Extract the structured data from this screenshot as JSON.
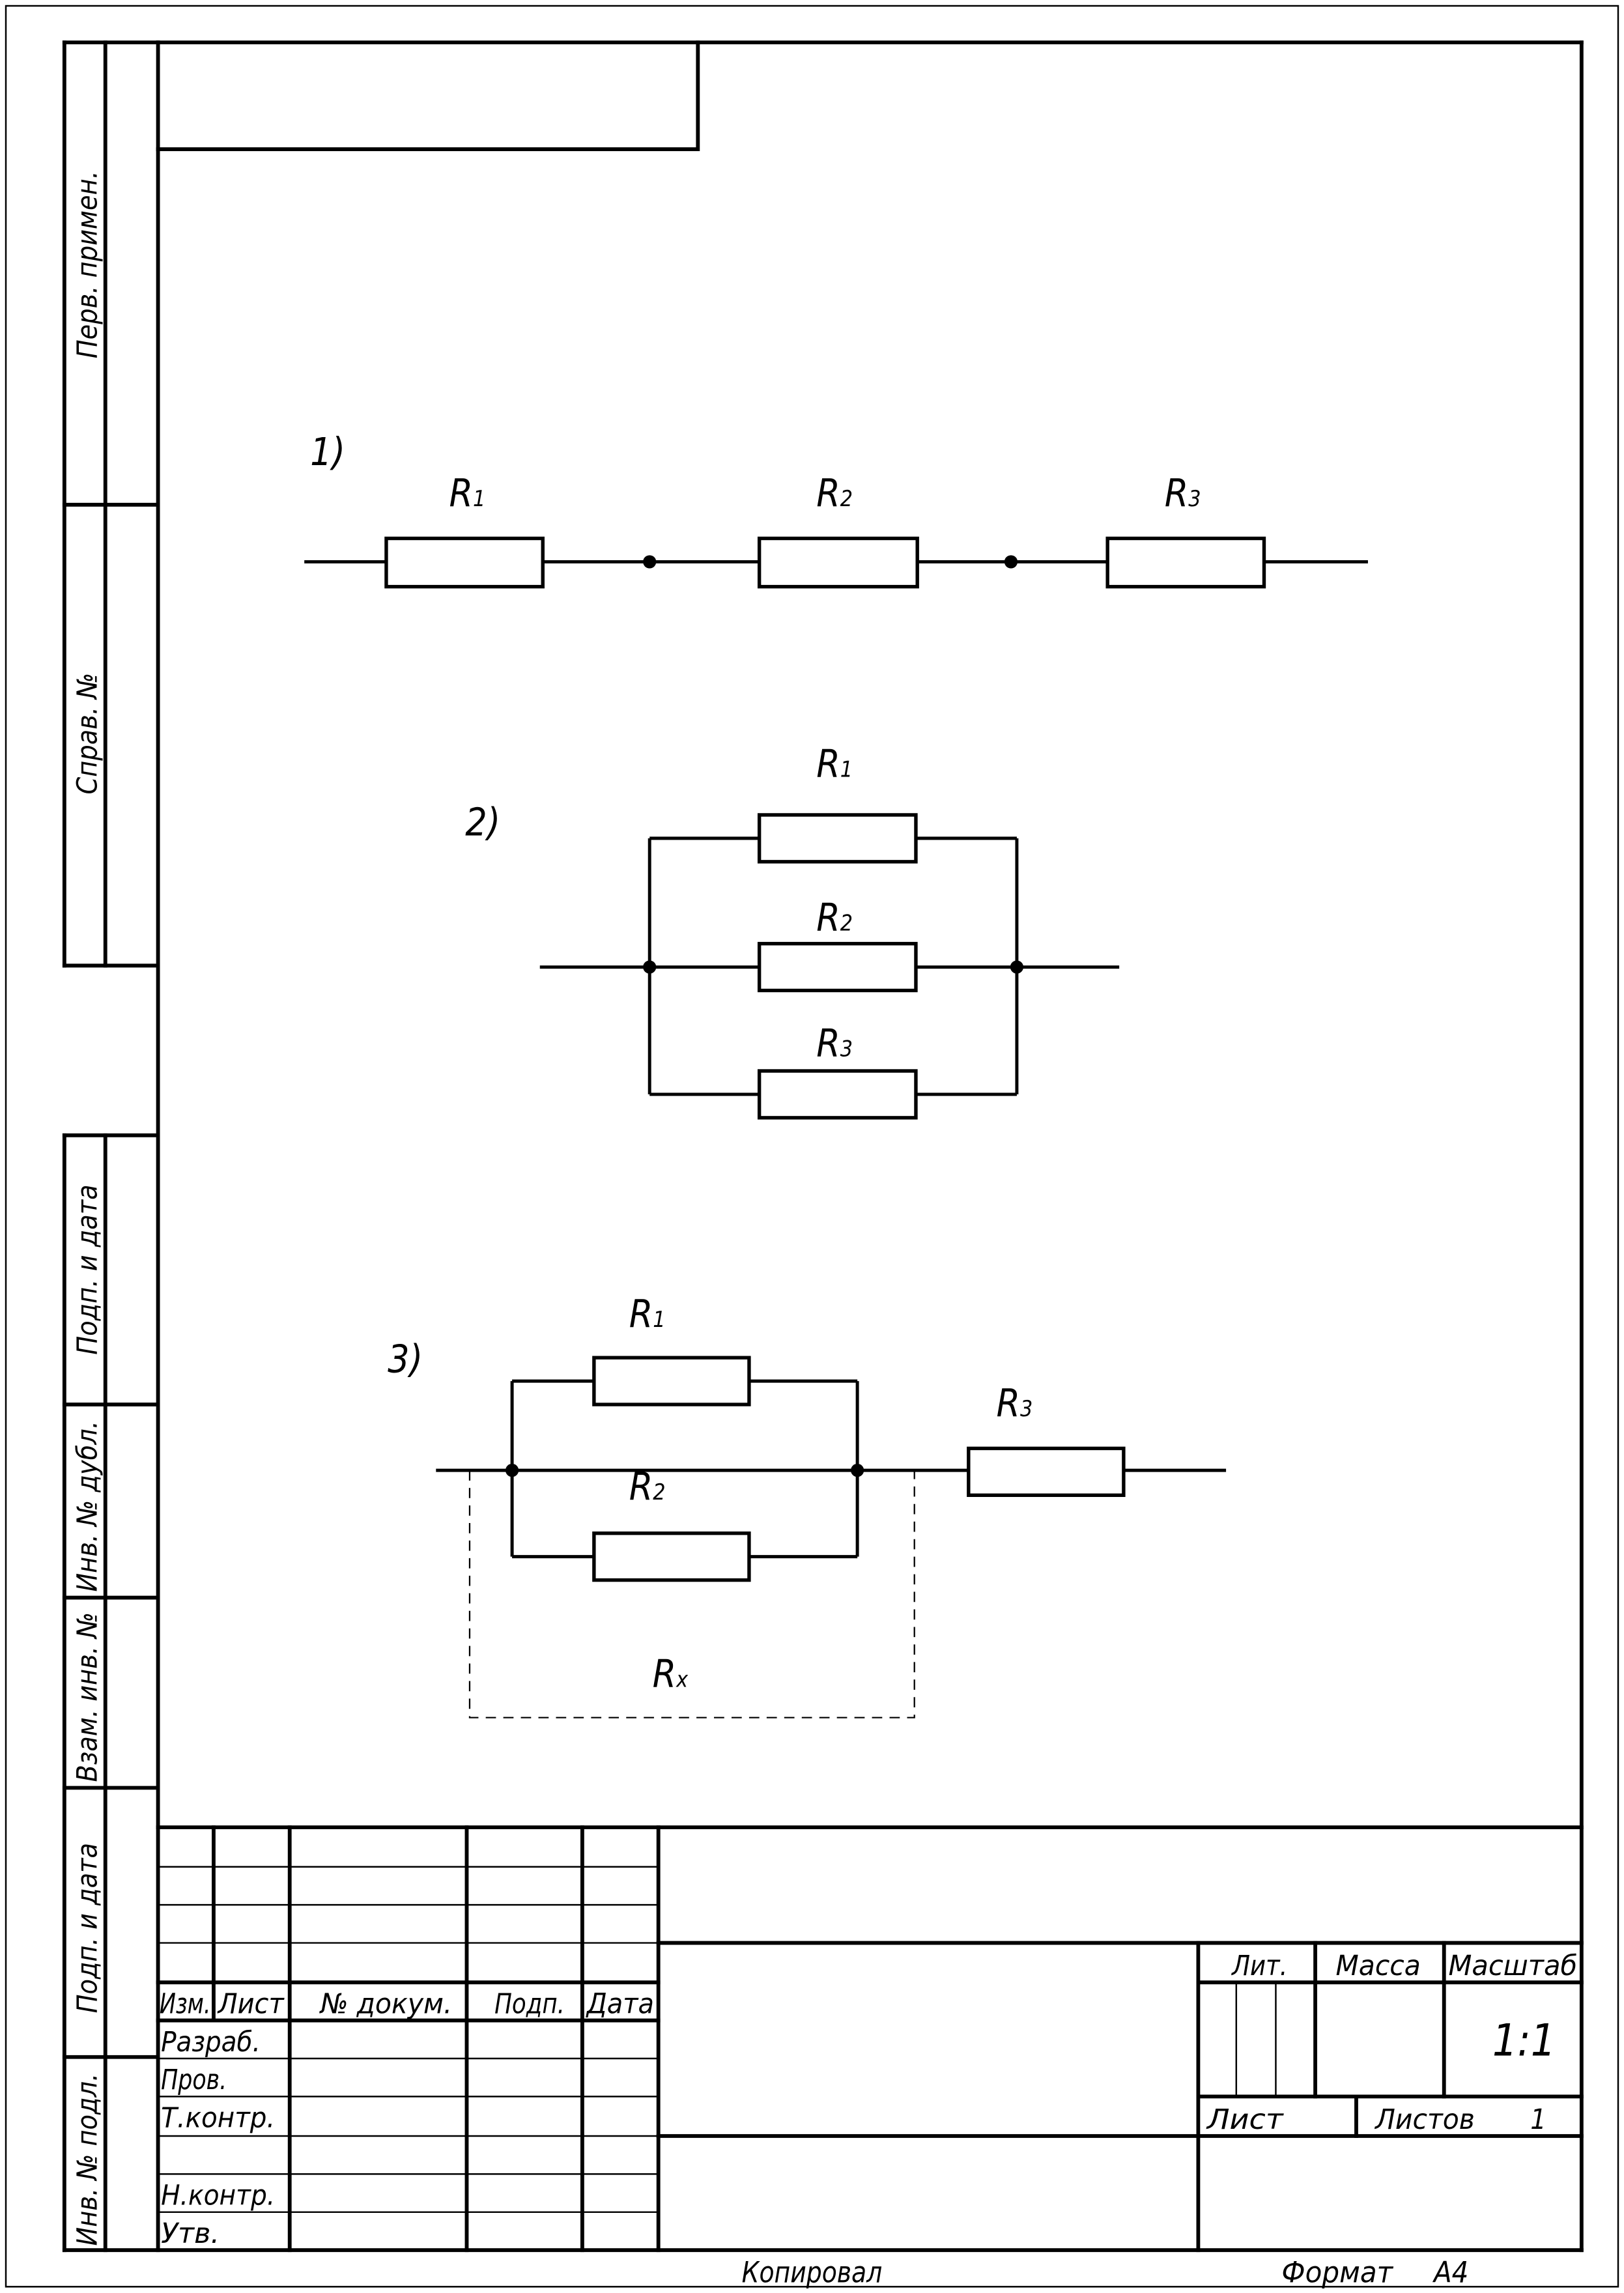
{
  "side_labels": {
    "perv_primen": "Перв. примен.",
    "sprav_no": "Справ. №",
    "podp_data_1": "Подп. и дата",
    "inv_dubl": "Инв. № дубл.",
    "vzam_inv": "Взам. инв. №",
    "podp_data_2": "Подп. и дата",
    "inv_podl": "Инв. № подл."
  },
  "circuits": {
    "c1": {
      "label": "1)",
      "r1": "R",
      "r1_sub": "1",
      "r2": "R",
      "r2_sub": "2",
      "r3": "R",
      "r3_sub": "3"
    },
    "c2": {
      "label": "2)",
      "r1": "R",
      "r1_sub": "1",
      "r2": "R",
      "r2_sub": "2",
      "r3": "R",
      "r3_sub": "3"
    },
    "c3": {
      "label": "3)",
      "r1": "R",
      "r1_sub": "1",
      "r2": "R",
      "r2_sub": "2",
      "r3": "R",
      "r3_sub": "3",
      "rx": "R",
      "rx_sub": "x"
    }
  },
  "title_block": {
    "headers": {
      "izm": "Изм.",
      "list": "Лист",
      "doc_no": "№ докум.",
      "podp": "Подп.",
      "data": "Дата"
    },
    "roles": {
      "razrab": "Разраб.",
      "prov": "Пров.",
      "t_kontr": "Т.контр.",
      "n_kontr": "Н.контр.",
      "utv": "Утв."
    },
    "lit": "Лит.",
    "massa": "Масса",
    "masshtab": "Масштаб",
    "scale_value": "1:1",
    "sheet": "Лист",
    "sheets": "Листов",
    "sheets_value": "1"
  },
  "footer": {
    "kopiroval": "Копировал",
    "format": "Формат",
    "format_value": "A4"
  }
}
